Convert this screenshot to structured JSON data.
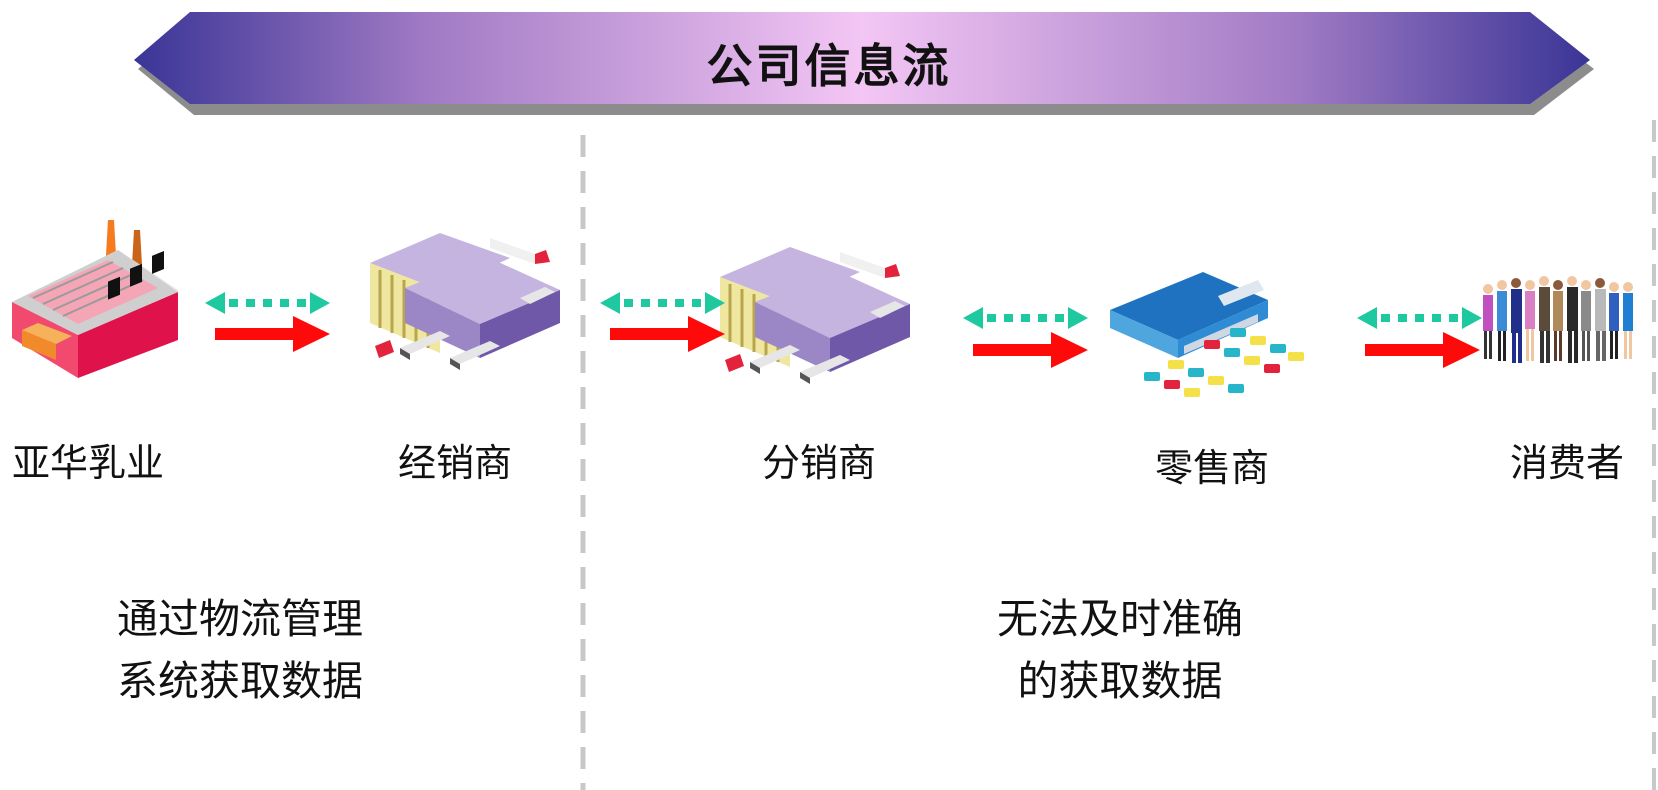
{
  "header": {
    "title": "公司信息流"
  },
  "nodes": [
    {
      "label": "亚华乳业",
      "icon": "factory-icon"
    },
    {
      "label": "经销商",
      "icon": "warehouse-icon"
    },
    {
      "label": "分销商",
      "icon": "warehouse-icon"
    },
    {
      "label": "零售商",
      "icon": "store-parking-icon"
    },
    {
      "label": "消费者",
      "icon": "people-group-icon"
    }
  ],
  "notes": {
    "left": {
      "line1": "通过物流管理",
      "line2": "系统获取数据"
    },
    "right": {
      "line1": "无法及时准确",
      "line2": "的获取数据"
    }
  },
  "colors": {
    "banner_dark": "#3a3596",
    "banner_light": "#f3c6f4",
    "info_arrow": "#1fc9a0",
    "goods_arrow": "#ff0a0a",
    "divider": "#c8c8c8"
  }
}
